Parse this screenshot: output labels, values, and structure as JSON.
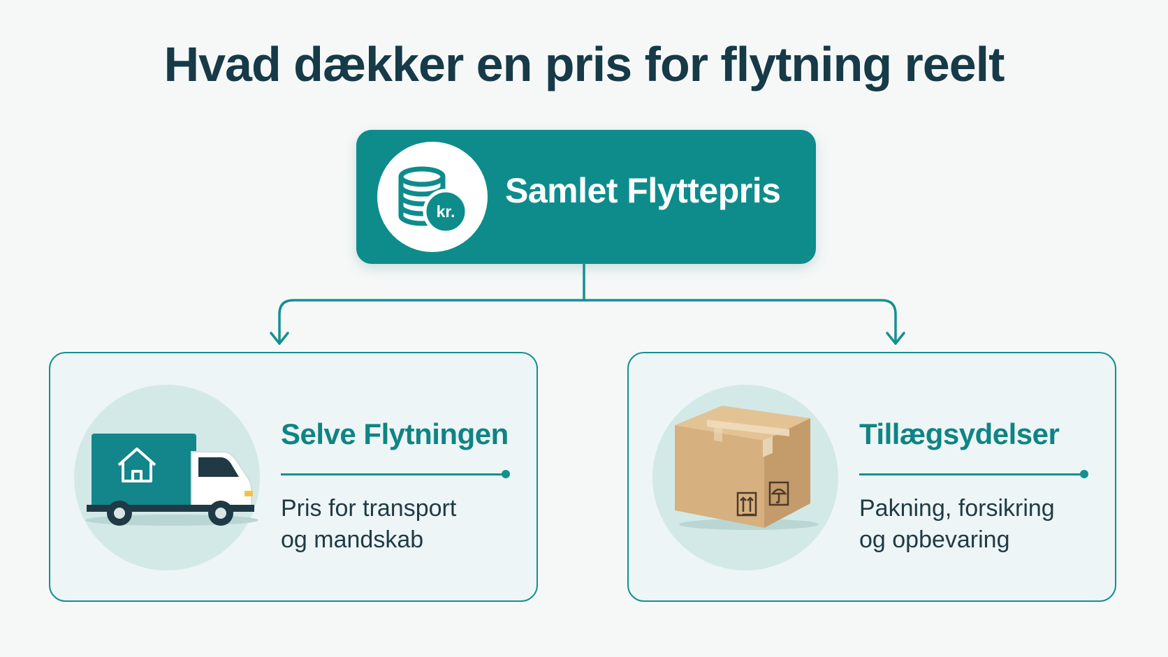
{
  "title": "Hvad dækker en pris for flytning reelt",
  "root": {
    "label": "Samlet Flyttepris",
    "icon": "coins-kr-icon",
    "icon_badge": "kr."
  },
  "branches": [
    {
      "title": "Selve Flytningen",
      "description_lines": [
        "Pris for transport",
        "og mandskab"
      ],
      "icon": "moving-truck-icon"
    },
    {
      "title": "Tillægsydelser",
      "description_lines": [
        "Pakning, forsikring",
        "og opbevaring"
      ],
      "icon": "cardboard-box-icon"
    }
  ],
  "colors": {
    "accent": "#0e8c8c",
    "title_text": "#163a47",
    "card_background": "#eef5f6",
    "icon_circle": "#d3e9e8",
    "box_brown": "#d6b07f"
  }
}
